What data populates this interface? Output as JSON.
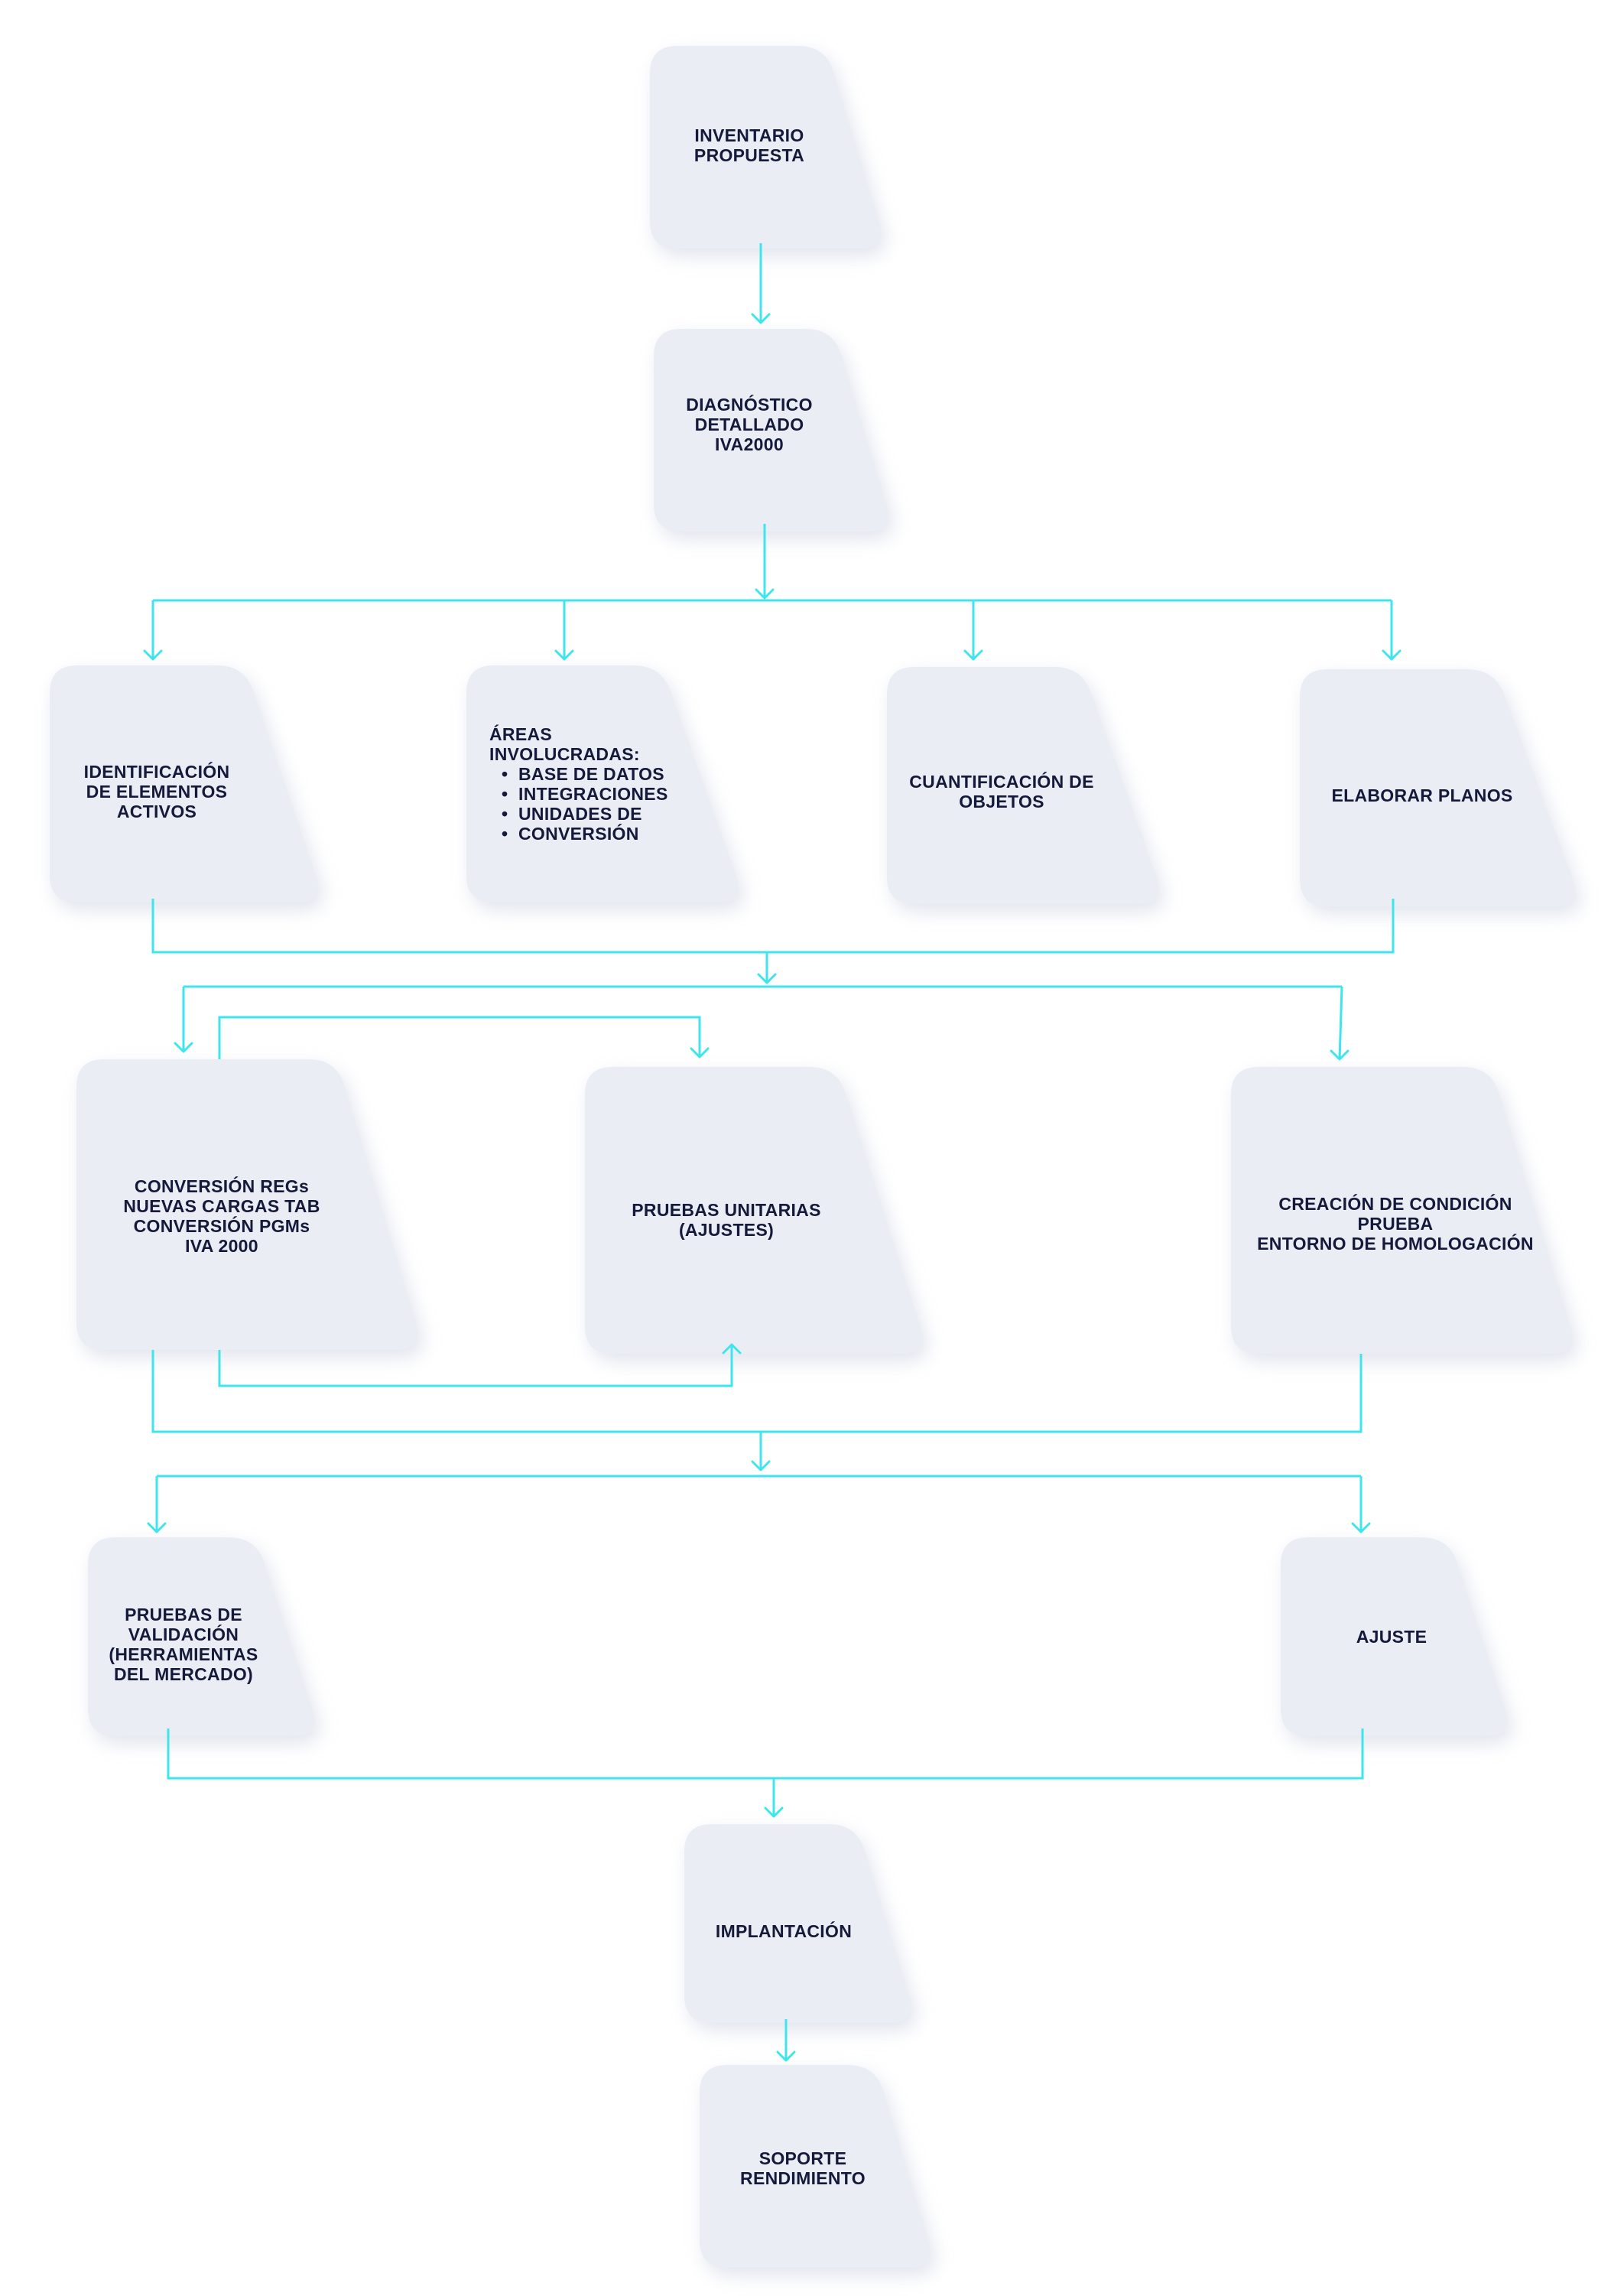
{
  "colors": {
    "connector": "#3ee6ec",
    "node_fill": "#ebedf4",
    "node_shadow": "#c9cfe0",
    "text": "#15193a"
  },
  "nodes": {
    "inventario": {
      "lines": [
        "INVENTARIO",
        "PROPUESTA"
      ]
    },
    "diagnostico": {
      "lines": [
        "DIAGNÓSTICO",
        "DETALLADO",
        "IVA2000"
      ]
    },
    "identificacion": {
      "lines": [
        "IDENTIFICACIÓN",
        "DE ELEMENTOS",
        "ACTIVOS"
      ]
    },
    "areas": {
      "heading": [
        "ÁREAS",
        "INVOLUCRADAS:"
      ],
      "items": [
        "BASE DE DATOS",
        "INTEGRACIONES",
        "UNIDADES DE",
        "CONVERSIÓN"
      ]
    },
    "cuantificacion": {
      "lines": [
        "CUANTIFICACIÓN DE",
        "OBJETOS"
      ]
    },
    "planos": {
      "lines": [
        "ELABORAR PLANOS"
      ]
    },
    "conversion": {
      "lines": [
        "CONVERSIÓN REGs",
        "NUEVAS CARGAS TAB",
        "CONVERSIÓN PGMs",
        "IVA 2000"
      ]
    },
    "pruebas_unitarias": {
      "lines": [
        "PRUEBAS UNITARIAS",
        "(AJUSTES)"
      ]
    },
    "creacion": {
      "lines": [
        "CREACIÓN DE CONDICIÓN",
        "PRUEBA",
        "ENTORNO DE HOMOLOGACIÓN"
      ]
    },
    "pruebas_validacion": {
      "lines": [
        "PRUEBAS DE",
        "VALIDACIÓN",
        "(HERRAMIENTAS",
        "DEL MERCADO)"
      ]
    },
    "ajuste": {
      "lines": [
        "AJUSTE"
      ]
    },
    "implantacion": {
      "lines": [
        "IMPLANTACIÓN"
      ]
    },
    "soporte": {
      "lines": [
        "SOPORTE",
        "RENDIMIENTO"
      ]
    }
  }
}
